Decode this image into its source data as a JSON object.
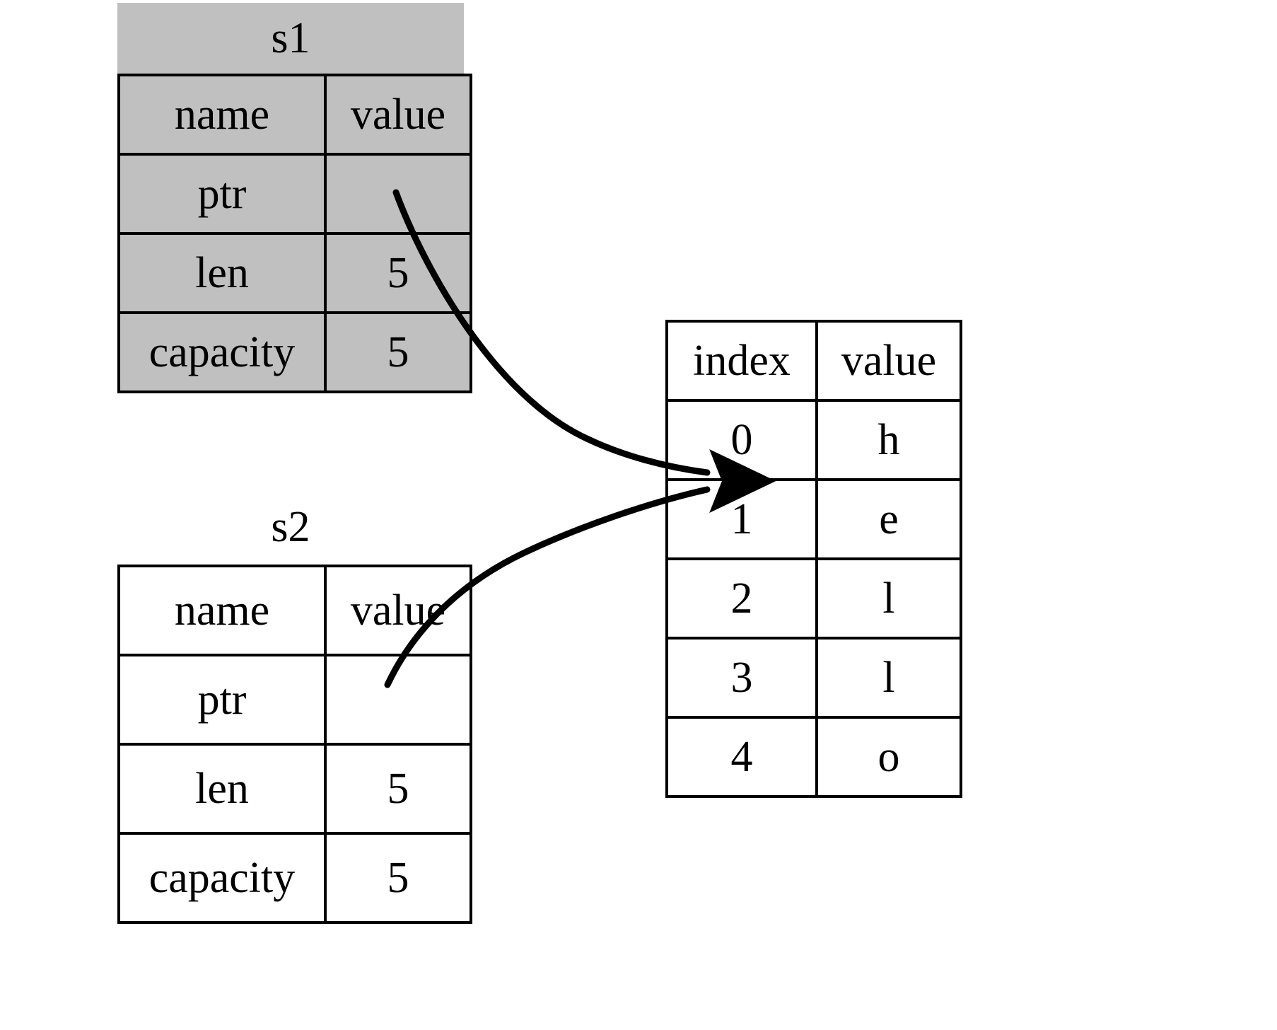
{
  "diagram": {
    "title_s1": "s1",
    "title_s2": "s2",
    "header_name": "name",
    "header_value": "value",
    "header_index": "index",
    "colors": {
      "shaded_fill": "#c0c0c0",
      "plain_fill": "#ffffff",
      "stroke": "#000000"
    }
  },
  "s1": {
    "label": "s1",
    "headers": {
      "name": "name",
      "value": "value"
    },
    "rows": [
      {
        "name": "ptr",
        "value": ""
      },
      {
        "name": "len",
        "value": "5"
      },
      {
        "name": "capacity",
        "value": "5"
      }
    ]
  },
  "s2": {
    "label": "s2",
    "headers": {
      "name": "name",
      "value": "value"
    },
    "rows": [
      {
        "name": "ptr",
        "value": ""
      },
      {
        "name": "len",
        "value": "5"
      },
      {
        "name": "capacity",
        "value": "5"
      }
    ]
  },
  "heap": {
    "headers": {
      "index": "index",
      "value": "value"
    },
    "rows": [
      {
        "index": "0",
        "value": "h"
      },
      {
        "index": "1",
        "value": "e"
      },
      {
        "index": "2",
        "value": "l"
      },
      {
        "index": "3",
        "value": "l"
      },
      {
        "index": "4",
        "value": "o"
      }
    ]
  },
  "edges": [
    {
      "from": "s1.ptr",
      "to": "heap.0",
      "arrowhead": "filled-triangle"
    },
    {
      "from": "s2.ptr",
      "to": "heap.0",
      "arrowhead": "filled-triangle"
    }
  ]
}
